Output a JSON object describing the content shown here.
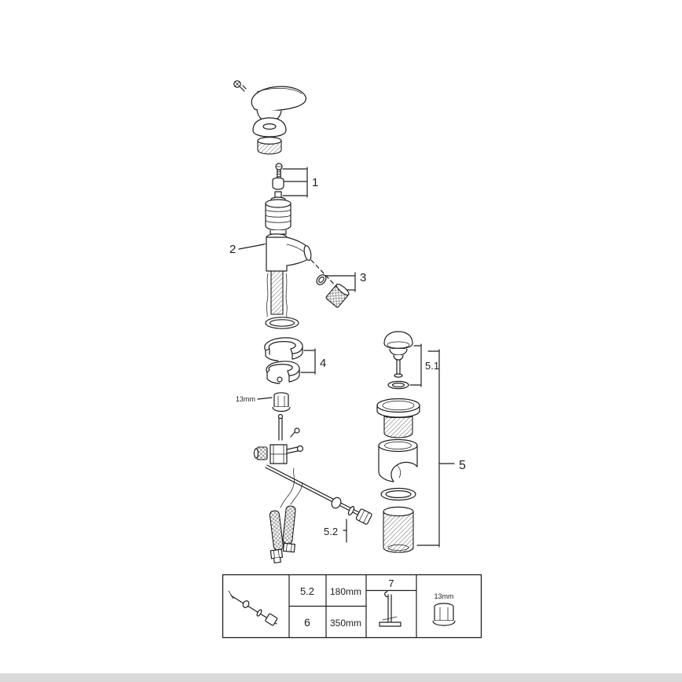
{
  "diagram": {
    "background": "#ffffff",
    "line_color": "#1f1f1f",
    "callouts": {
      "part1": "1",
      "part2": "2",
      "part3": "3",
      "part4": "4",
      "part5": "5",
      "part5_1": "5.1",
      "part5_2": "5.2",
      "nut_size": "13mm"
    }
  },
  "legend_table": {
    "rows": [
      {
        "ref": "5.2",
        "value": "180mm"
      },
      {
        "ref": "6",
        "value": "350mm"
      }
    ],
    "tool_ref": "7",
    "nut_size": "13mm"
  },
  "footer": {
    "bar_color": "#d9d9d9"
  }
}
